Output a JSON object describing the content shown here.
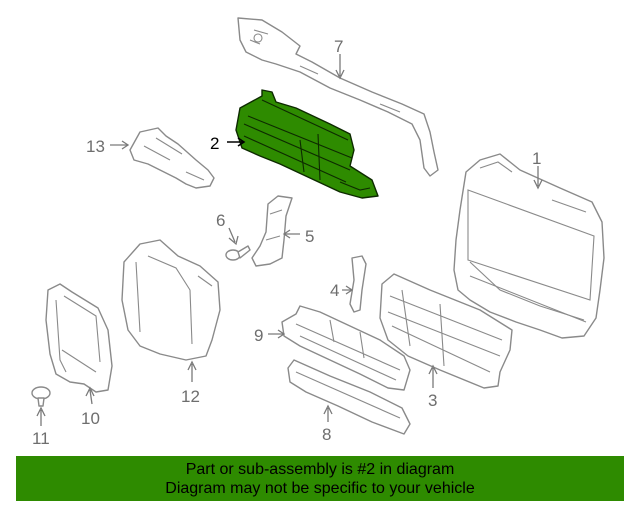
{
  "callouts": {
    "c1": "1",
    "c2": "2",
    "c3": "3",
    "c4": "4",
    "c5": "5",
    "c6": "6",
    "c7": "7",
    "c8": "8",
    "c9": "9",
    "c10": "10",
    "c11": "11",
    "c12": "12",
    "c13": "13"
  },
  "highlighted_part": "2",
  "colors": {
    "highlight": "#2e8b00",
    "banner": "#2e8b00",
    "outline": "#8a8a8a"
  },
  "banner": {
    "line1": "Part or sub-assembly is #2 in diagram",
    "line2": "Diagram may not be specific to your vehicle"
  }
}
